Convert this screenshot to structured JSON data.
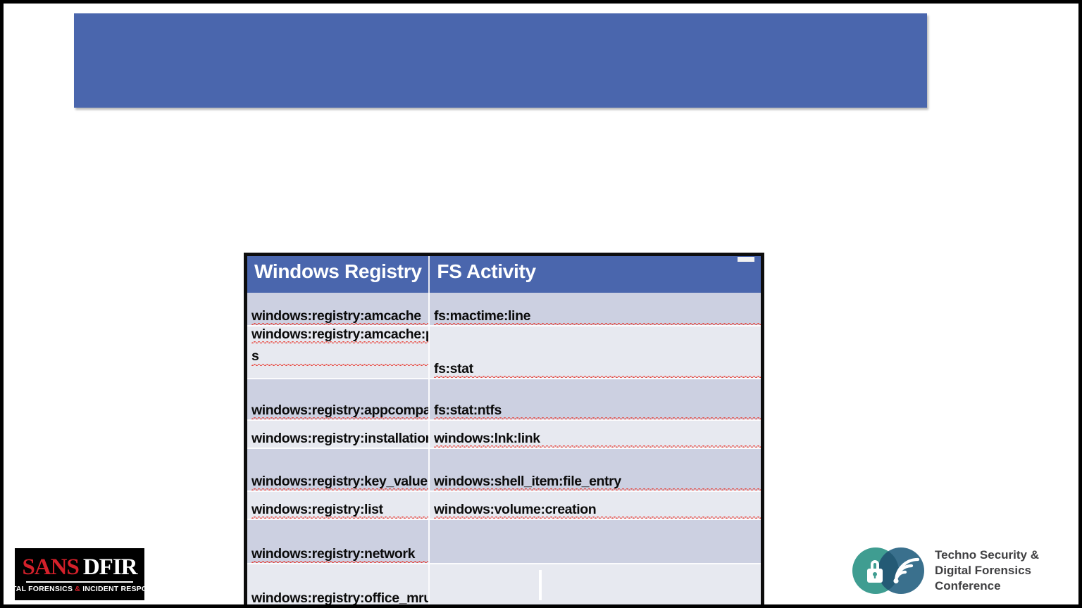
{
  "slide": {
    "background_color": "#ffffff",
    "border_color": "#000000",
    "banner": {
      "title": "",
      "fill_color": "#4a66ad"
    }
  },
  "screenshot": {
    "name": "plaso-parser-table-screenshot",
    "border_color": "#0d0d0d",
    "header_fill": "#4a66ad",
    "row_fill_odd": "#ccd0e1",
    "row_fill_even": "#e7e9f0",
    "window_control": "minimize-mark",
    "table": {
      "columns": [
        "Windows Registry",
        "FS Activity"
      ],
      "rows": [
        {
          "registry": "windows:registry:amcache",
          "fs": "fs:mactime:line"
        },
        {
          "registry": "windows:registry:amcache:program",
          "registry_wrap": "s",
          "fs": "fs:stat"
        },
        {
          "registry": "windows:registry:appcompatcache",
          "fs": "fs:stat:ntfs"
        },
        {
          "registry": "windows:registry:installation",
          "fs": "windows:lnk:link"
        },
        {
          "registry": "windows:registry:key_value",
          "fs": "windows:shell_item:file_entry"
        },
        {
          "registry": "windows:registry:list",
          "fs": "windows:volume:creation"
        },
        {
          "registry": "windows:registry:network",
          "fs": ""
        },
        {
          "registry": "windows:registry:office_mru",
          "fs": ""
        }
      ]
    }
  },
  "footer": {
    "sans_logo": {
      "word_red": "SANS",
      "word_white": "DFIR",
      "tagline_part1": "DIGITAL FORENSICS ",
      "tagline_amp": "&",
      "tagline_part2": " INCIDENT RESPONSE",
      "background_color": "#000000",
      "accent_color": "#d4202a"
    },
    "techno_logo": {
      "line1": "Techno Security &",
      "line2": "Digital Forensics",
      "line3": "Conference",
      "teal_color": "#3f9d91",
      "blue_color": "#2b6584",
      "text_color": "#404042"
    }
  }
}
